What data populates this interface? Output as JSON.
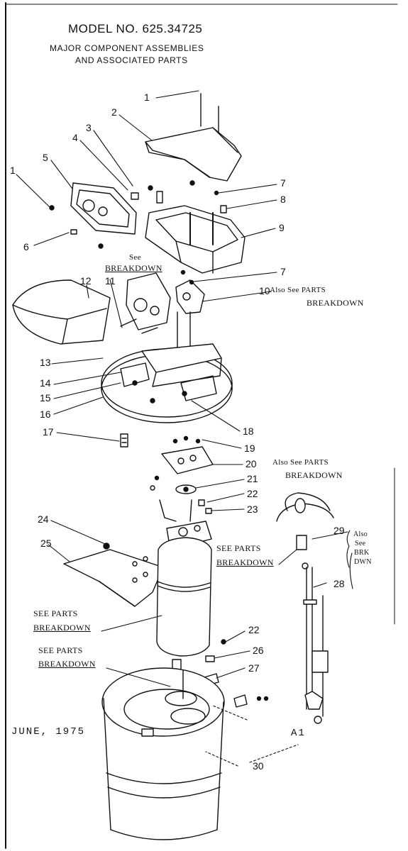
{
  "header": {
    "model": "MODEL NO. 625.34725",
    "subtitle_line1": "MAJOR COMPONENT ASSEMBLIES",
    "subtitle_line2": "AND ASSOCIATED PARTS"
  },
  "part_numbers": [
    "1",
    "2",
    "3",
    "4",
    "5",
    "1",
    "6",
    "7",
    "8",
    "9",
    "7",
    "10",
    "11",
    "12",
    "13",
    "14",
    "15",
    "16",
    "17",
    "18",
    "19",
    "20",
    "21",
    "22",
    "23",
    "24",
    "25",
    "29",
    "28",
    "22",
    "26",
    "27",
    "30"
  ],
  "references": {
    "see": "See",
    "breakdown": "BREAKDOWN",
    "also_see_parts": "Also See PARTS",
    "parts_breakdown": "BREAKDOWN",
    "see_parts": "SEE PARTS",
    "also_see": "Also",
    "see_small": "See",
    "brk": "BRK",
    "dwn": "DWN"
  },
  "footer": {
    "date": "JUNE, 1975",
    "code": "A1"
  }
}
